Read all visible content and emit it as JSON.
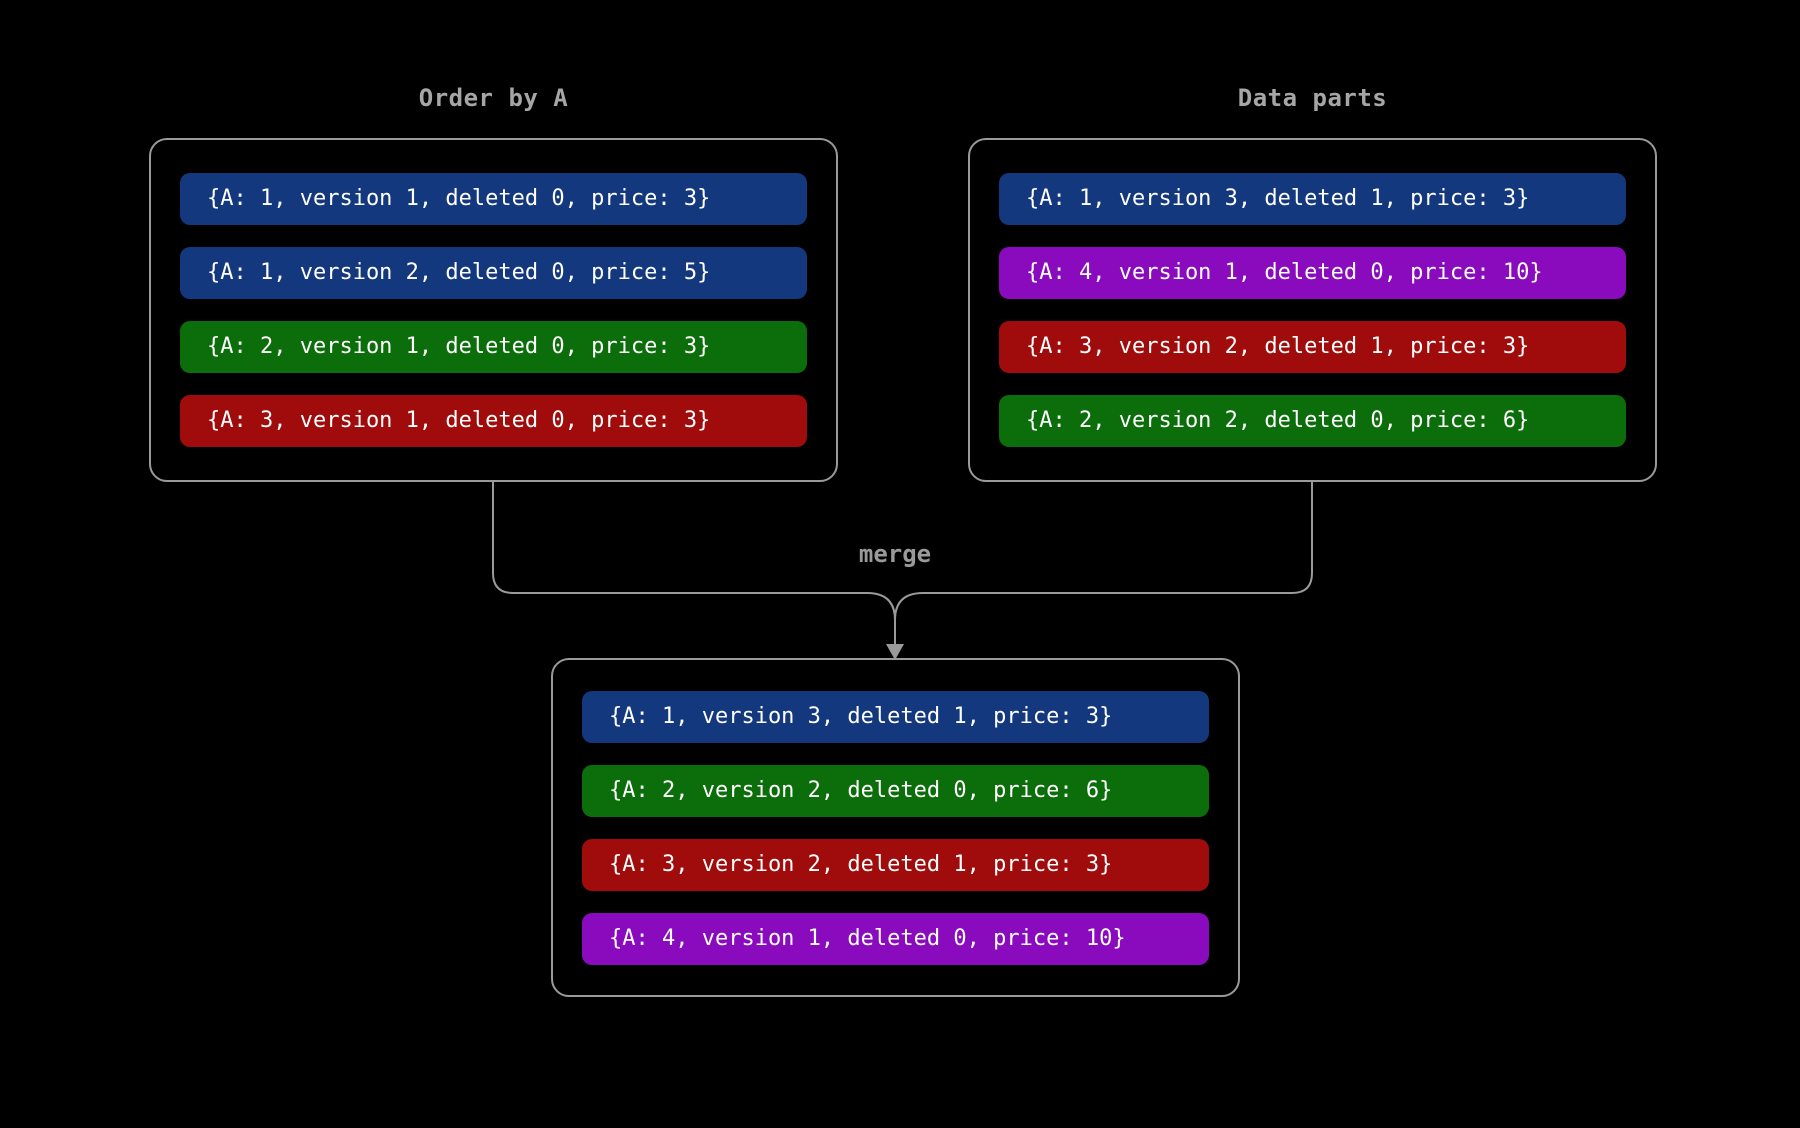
{
  "colors": {
    "background": "#000000",
    "panel_border": "#9A9A9A",
    "connector": "#9A9A9A",
    "label_text": "#A6A6A6",
    "row_text": "#FFFFFF",
    "blue": "#14387D",
    "green": "#0B6E0B",
    "red": "#A00B0B",
    "purple": "#8A0ABE"
  },
  "labels": {
    "merge": "merge"
  },
  "panels": {
    "order_by_a": {
      "title": "Order by A",
      "rows": [
        {
          "text": "{A: 1, version 1, deleted 0, price: 3}",
          "color": "blue"
        },
        {
          "text": "{A: 1, version 2, deleted 0, price: 5}",
          "color": "blue"
        },
        {
          "text": "{A: 2, version 1, deleted 0, price: 3}",
          "color": "green"
        },
        {
          "text": "{A: 3, version 1, deleted 0, price: 3}",
          "color": "red"
        }
      ]
    },
    "data_parts": {
      "title": "Data parts",
      "rows": [
        {
          "text": "{A: 1, version 3, deleted 1, price: 3}",
          "color": "blue"
        },
        {
          "text": "{A: 4, version 1, deleted 0, price: 10}",
          "color": "purple"
        },
        {
          "text": "{A: 3, version 2, deleted 1, price: 3}",
          "color": "red"
        },
        {
          "text": "{A: 2, version 2, deleted 0, price: 6}",
          "color": "green"
        }
      ]
    },
    "merged": {
      "rows": [
        {
          "text": "{A: 1, version 3, deleted 1, price: 3}",
          "color": "blue"
        },
        {
          "text": "{A: 2, version 2, deleted 0, price: 6}",
          "color": "green"
        },
        {
          "text": "{A: 3, version 2, deleted 1, price: 3}",
          "color": "red"
        },
        {
          "text": "{A: 4, version 1, deleted 0, price: 10}",
          "color": "purple"
        }
      ]
    }
  }
}
